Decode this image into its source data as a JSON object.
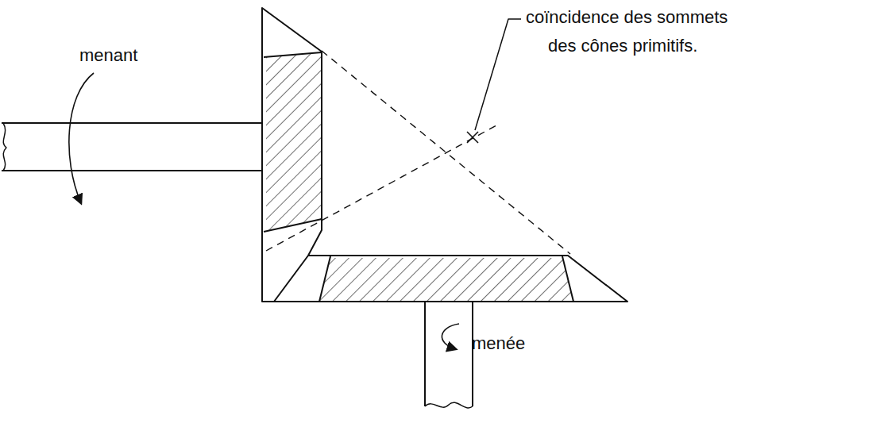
{
  "diagram": {
    "labels": [
      "menant",
      "coïncidence des sommets des cônes primitifs.",
      "menée"
    ]
  }
}
